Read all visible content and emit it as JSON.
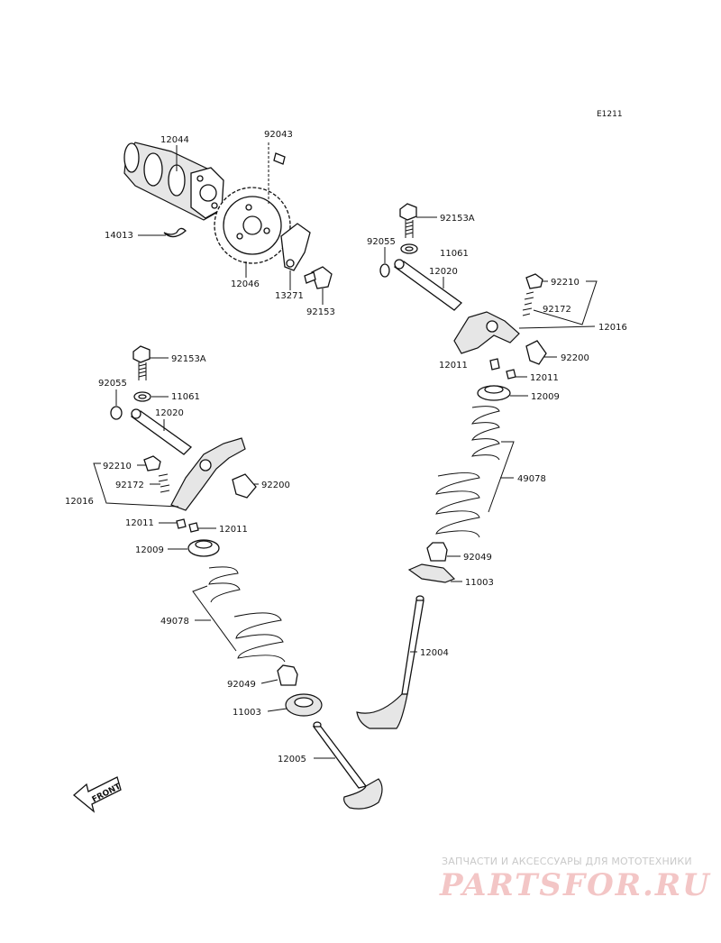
{
  "diagram": {
    "code": "E1211",
    "front_label": "FRONT",
    "labels": {
      "l12044": "12044",
      "l92043": "92043",
      "l14013": "14013",
      "l12046": "12046",
      "l13271": "13271",
      "l92153": "92153",
      "r92153A": "92153A",
      "r92055": "92055",
      "r11061": "11061",
      "r12020": "12020",
      "r92210": "92210",
      "r92172": "92172",
      "r12016": "12016",
      "r12011a": "12011",
      "r92200": "92200",
      "r12011b": "12011",
      "r12009": "12009",
      "r49078": "49078",
      "r92049": "92049",
      "r11003": "11003",
      "r12004": "12004",
      "lf92153A": "92153A",
      "lf92055": "92055",
      "lf11061": "11061",
      "lf12020": "12020",
      "lf92210": "92210",
      "lf92172": "92172",
      "lf92200": "92200",
      "lf12016": "12016",
      "lf12011a": "12011",
      "lf12011b": "12011",
      "lf12009": "12009",
      "lf49078": "49078",
      "lf92049": "92049",
      "lf11003": "11003",
      "lf12005": "12005"
    }
  },
  "watermark": {
    "tagline": "ЗАПЧАСТИ И АКСЕССУАРЫ ДЛЯ МОТОТЕХНИКИ",
    "logo": "PARTSFOR.RU"
  }
}
